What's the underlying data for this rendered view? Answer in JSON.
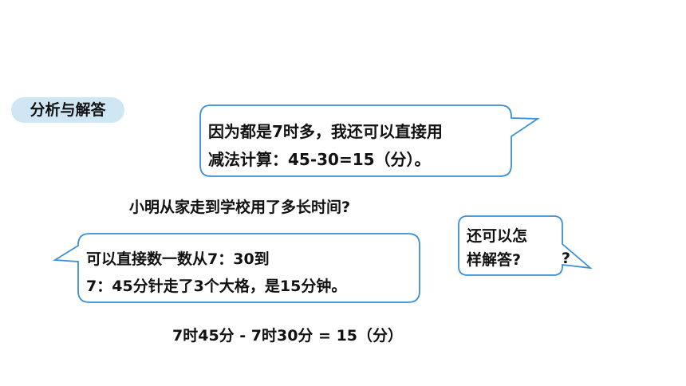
{
  "tag": {
    "label": "分析与解答"
  },
  "bubble_top": {
    "line1": "因为都是7时多，我还可以直接用",
    "line2": "减法计算：45-30=15（分）。"
  },
  "question": "小明从家走到学校用了多长时间?",
  "bubble_left": {
    "line1": "可以直接数一数从7：30到",
    "line2": "7：45分针走了3个大格，是15分钟。"
  },
  "bubble_right": {
    "line1": "还可以怎",
    "line2": "样解答?",
    "overflow_mark": "?"
  },
  "equation": "7时45分 - 7时30分 = 15（分）",
  "colors": {
    "bubble_border": "#3b8fd4",
    "tag_bg": "#cfe6f4",
    "text": "#111111"
  }
}
